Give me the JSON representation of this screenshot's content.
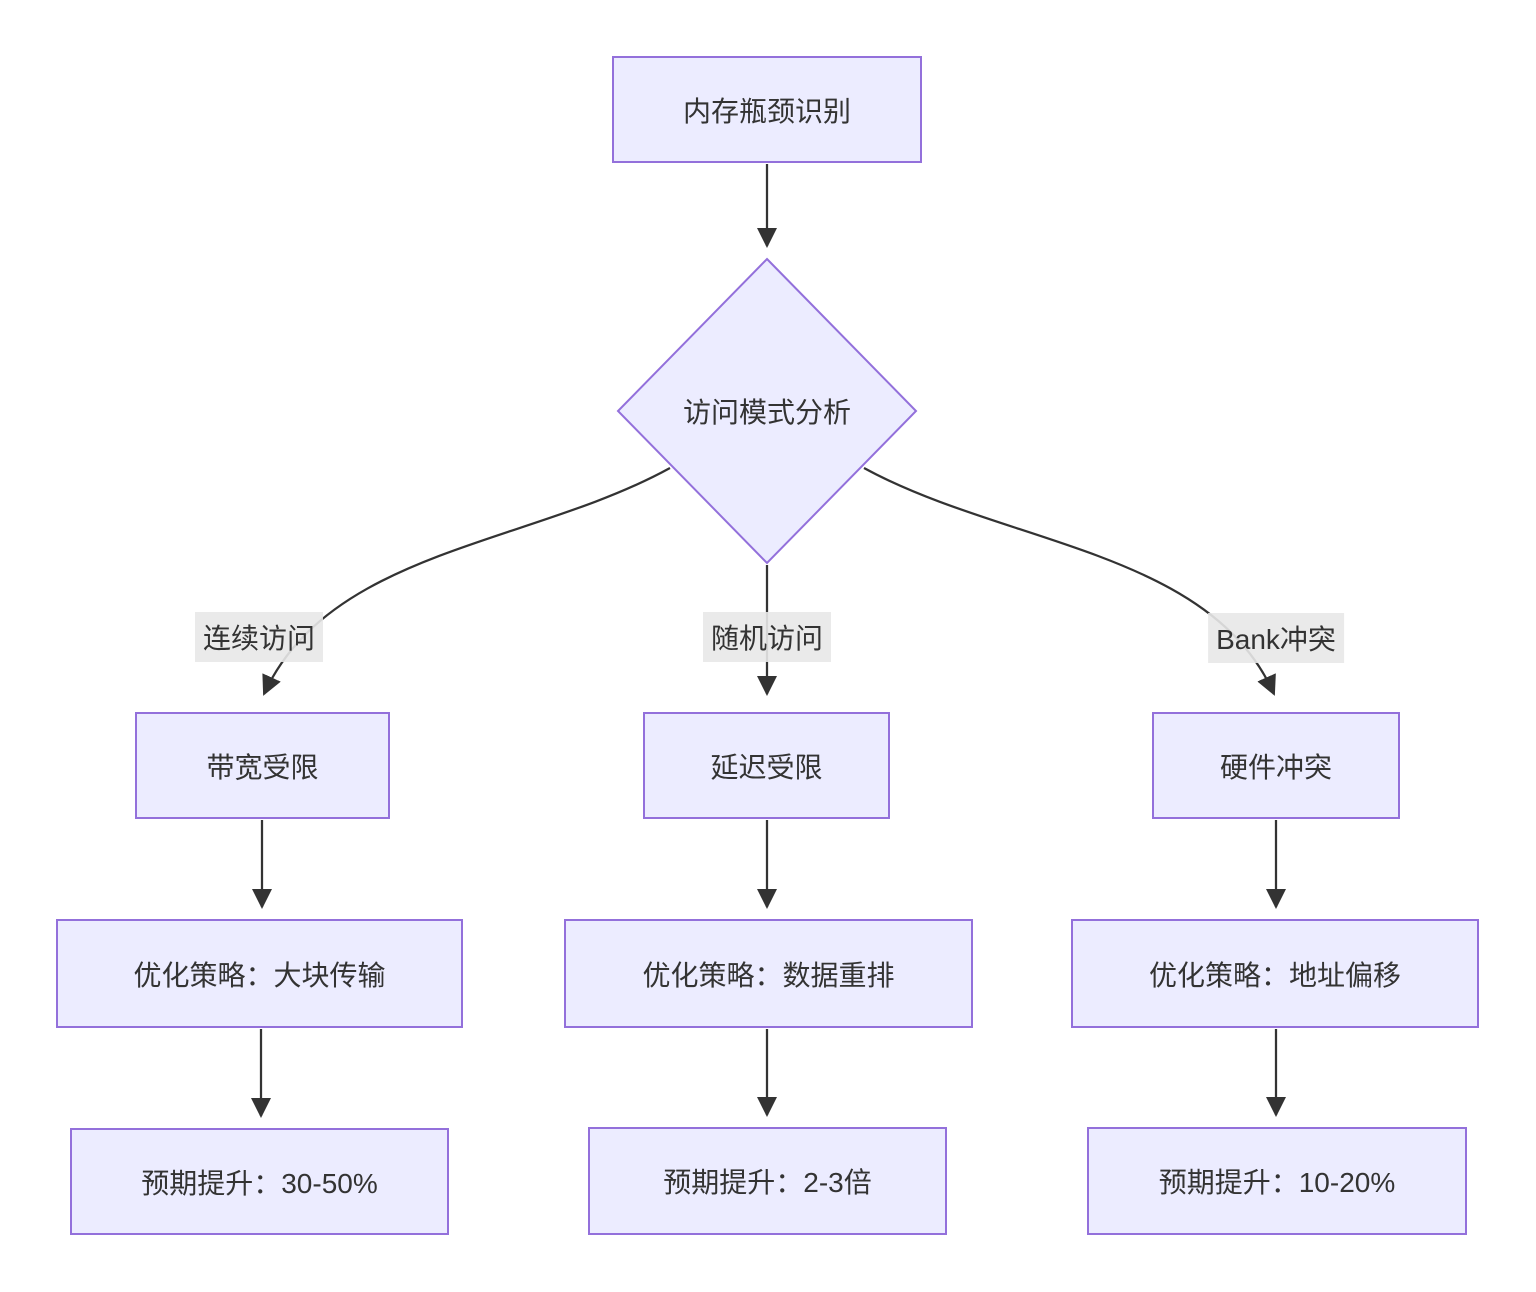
{
  "diagram": {
    "type": "flowchart",
    "nodes": {
      "root": {
        "label": "内存瓶颈识别",
        "shape": "rect"
      },
      "decision": {
        "label": "访问模式分析",
        "shape": "diamond"
      },
      "bandwidth": {
        "label": "带宽受限",
        "shape": "rect"
      },
      "latency": {
        "label": "延迟受限",
        "shape": "rect"
      },
      "hardware": {
        "label": "硬件冲突",
        "shape": "rect"
      },
      "strategy_bandwidth": {
        "label": "优化策略：大块传输",
        "shape": "rect"
      },
      "strategy_latency": {
        "label": "优化策略：数据重排",
        "shape": "rect"
      },
      "strategy_hardware": {
        "label": "优化策略：地址偏移",
        "shape": "rect"
      },
      "gain_bandwidth": {
        "label": "预期提升：30-50%",
        "shape": "rect"
      },
      "gain_latency": {
        "label": "预期提升：2-3倍",
        "shape": "rect"
      },
      "gain_hardware": {
        "label": "预期提升：10-20%",
        "shape": "rect"
      }
    },
    "edge_labels": {
      "sequential": "连续访问",
      "random": "随机访问",
      "bank_conflict": "Bank冲突"
    },
    "edges": [
      {
        "from": "root",
        "to": "decision",
        "label": ""
      },
      {
        "from": "decision",
        "to": "bandwidth",
        "label": "连续访问"
      },
      {
        "from": "decision",
        "to": "latency",
        "label": "随机访问"
      },
      {
        "from": "decision",
        "to": "hardware",
        "label": "Bank冲突"
      },
      {
        "from": "bandwidth",
        "to": "strategy_bandwidth",
        "label": ""
      },
      {
        "from": "latency",
        "to": "strategy_latency",
        "label": ""
      },
      {
        "from": "hardware",
        "to": "strategy_hardware",
        "label": ""
      },
      {
        "from": "strategy_bandwidth",
        "to": "gain_bandwidth",
        "label": ""
      },
      {
        "from": "strategy_latency",
        "to": "gain_latency",
        "label": ""
      },
      {
        "from": "strategy_hardware",
        "to": "gain_hardware",
        "label": ""
      }
    ],
    "colors": {
      "node_fill": "#ECECFF",
      "node_border": "#9370DB",
      "text": "#333333",
      "edge": "#333333",
      "edge_label_bg": "#e8e8e8",
      "background": "#ffffff"
    }
  }
}
